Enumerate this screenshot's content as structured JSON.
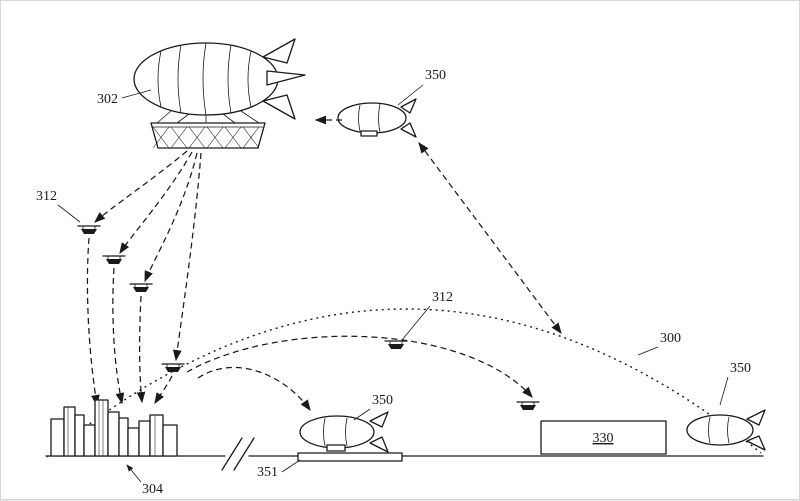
{
  "figure": {
    "description_kind": "patent-style line drawing of airborne fulfillment center with UAVs",
    "labels": {
      "airship": "302",
      "uav_group": "312",
      "uav_relay": "312",
      "coverage_area": "300",
      "city": "304",
      "shuttle_air": "350",
      "shuttle_landed": "350",
      "shuttle_right": "350",
      "landing_pad": "351",
      "facility": "330"
    },
    "colors": {
      "line": "#1a1a1a",
      "background": "#ffffff"
    }
  }
}
